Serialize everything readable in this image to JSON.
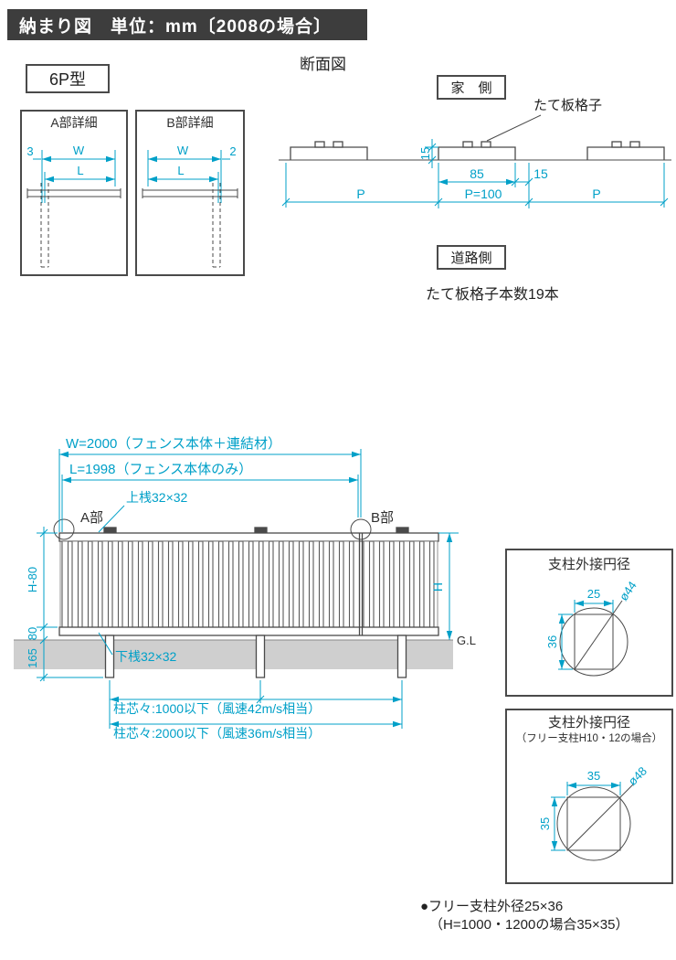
{
  "colors": {
    "accent": "#00A0C8",
    "line": "#4a4a4a",
    "ground": "#cfcfcf",
    "header_bg": "#3d3d3d",
    "header_text": "#ffffff"
  },
  "header": {
    "title": "納まり図　単位：mm〔2008の場合〕"
  },
  "type_label": "6P型",
  "detail_a": {
    "title": "A部詳細",
    "dim_w": "W",
    "dim_l": "L",
    "dim_offset": "3"
  },
  "detail_b": {
    "title": "B部詳細",
    "dim_w": "W",
    "dim_l": "L",
    "dim_offset": "2"
  },
  "section_view": {
    "title": "断面図",
    "house_side": "家　側",
    "road_side": "道路側",
    "slat_label": "たて板格子",
    "slat_count_note": "たて板格子本数19本",
    "dim_height": "15",
    "dim_slat_width": "85",
    "dim_gap": "15",
    "dim_pitch_left": "P",
    "dim_pitch_center": "P=100",
    "dim_pitch_right": "P"
  },
  "elevation": {
    "dim_total_width": "W=2000（フェンス本体＋連結材）",
    "dim_body_width": "L=1998（フェンス本体のみ）",
    "top_rail_label": "上桟32×32",
    "bottom_rail_label": "下桟32×32",
    "part_a_label": "A部",
    "part_b_label": "B部",
    "dim_h_minus_80": "H-80",
    "dim_80": "80",
    "dim_165": "165",
    "dim_h": "H",
    "ground_level_label": "G.L",
    "post_pitch_note_1": "柱芯々:1000以下（風速42m/s相当）",
    "post_pitch_note_2": "柱芯々:2000以下（風速36m/s相当）"
  },
  "post_detail_std": {
    "title": "支柱外接円径",
    "dim_width": "25",
    "dim_diameter": "ø44",
    "dim_height": "36"
  },
  "post_detail_free": {
    "title": "支柱外接円径",
    "subtitle": "（フリー支柱H10・12の場合）",
    "dim_width": "35",
    "dim_diameter": "ø48",
    "dim_height": "35"
  },
  "footnote": {
    "line1": "●フリー支柱外径25×36",
    "line2": "（H=1000・1200の場合35×35）"
  }
}
